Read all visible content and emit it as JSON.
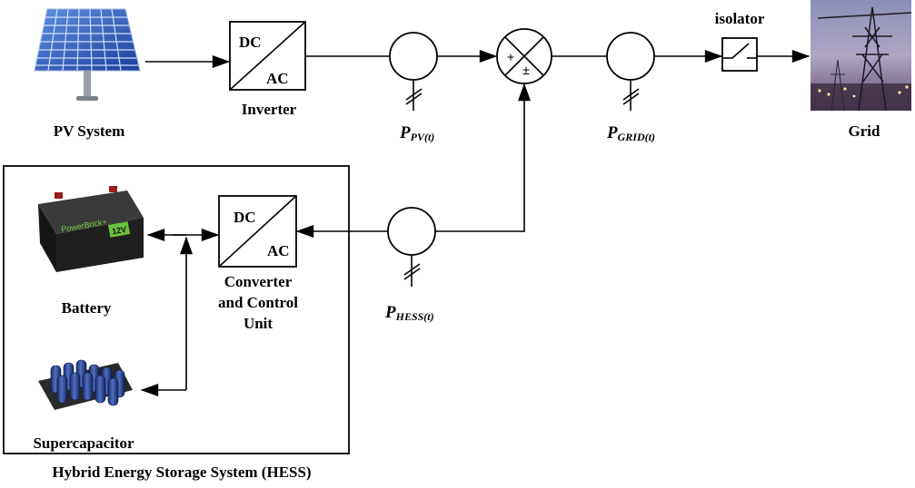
{
  "pv_label": "PV System",
  "inverter": {
    "top": "DC",
    "bottom": "AC",
    "caption": "Inverter"
  },
  "isolator_label": "isolator",
  "grid_label": "Grid",
  "p_pv": {
    "main": "P",
    "sub": "PV(t)"
  },
  "p_grid": {
    "main": "P",
    "sub": "GRID(t)"
  },
  "p_hess": {
    "main": "P",
    "sub": "HESS(t)"
  },
  "summing": {
    "plus": "+",
    "plusminus": "±"
  },
  "converter": {
    "top": "DC",
    "bottom": "AC",
    "caption_lines": [
      "Converter",
      "and Control",
      "Unit"
    ]
  },
  "battery_label": "Battery",
  "battery_brand": "PowerBrick+",
  "battery_voltage": "12V",
  "supercap_label": "Supercapacitor",
  "hess_caption": "Hybrid Energy Storage System (HESS)"
}
